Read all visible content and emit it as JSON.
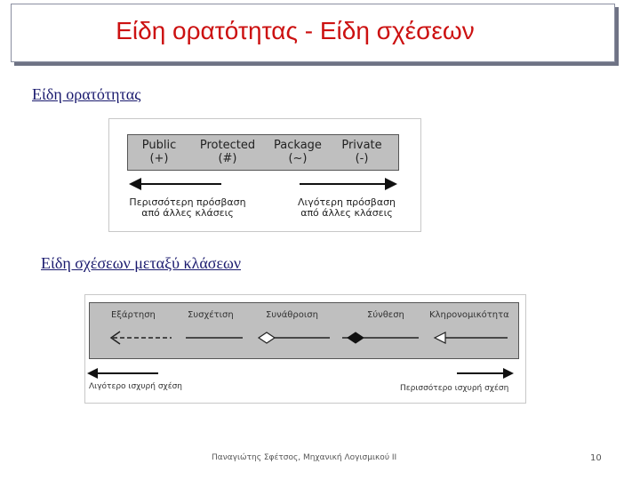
{
  "title": "Είδη ορατότητας - Είδη σχέσεων",
  "section1": {
    "heading": "Είδη ορατότητας",
    "levels": [
      {
        "name": "Public",
        "symbol": "(+)"
      },
      {
        "name": "Protected",
        "symbol": "(#)"
      },
      {
        "name": "Package",
        "symbol": "(~)"
      },
      {
        "name": "Private",
        "symbol": "(-)"
      }
    ],
    "left_arrow_caption_line1": "Περισσότερη πρόσβαση",
    "left_arrow_caption_line2": "από άλλες κλάσεις",
    "right_arrow_caption_line1": "Λιγότερη πρόσβαση",
    "right_arrow_caption_line2": "από άλλες κλάσεις"
  },
  "section2": {
    "heading": "Είδη σχέσεων μεταξύ κλάσεων",
    "relations": [
      {
        "name": "Εξάρτηση"
      },
      {
        "name": "Συσχέτιση"
      },
      {
        "name": "Συνάθροιση"
      },
      {
        "name": "Σύνθεση"
      },
      {
        "name": "Κληρονομικότητα"
      }
    ],
    "left_arrow_caption": "Λιγότερο ισχυρή σχέση",
    "right_arrow_caption": "Περισσότερο ισχυρή σχέση"
  },
  "footer": {
    "author": "Παναγιώτης Σφέτσος, Μηχανική Λογισμικού ΙΙ",
    "page": "10"
  },
  "colors": {
    "title": "#cc1111",
    "heading": "#1a1a6e",
    "bar": "#bfbfbf"
  }
}
